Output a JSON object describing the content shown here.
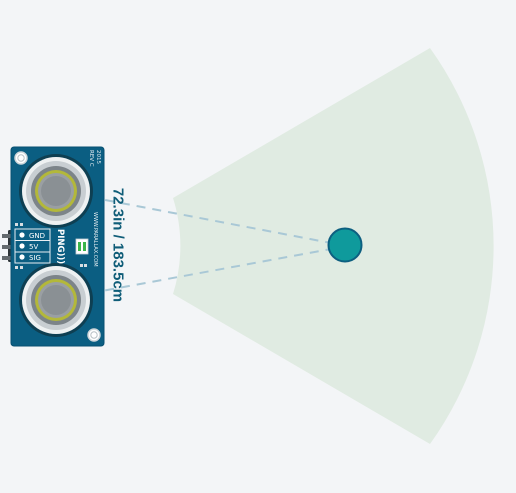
{
  "sensor": {
    "brand_url": "WWW.PARALLAX.COM",
    "model": "PING)))",
    "year": "2015",
    "revision": "REV C",
    "pins": [
      "GND",
      "5V",
      "SIG"
    ]
  },
  "readout": {
    "distance_text": "72.3in / 183.5cm"
  },
  "colors": {
    "background": "#f3f5f7",
    "detection_zone": "#e0ebe2",
    "board": "#0b5e82",
    "object": "#0f9a9c",
    "beam": "#a9c8d6",
    "readout_text": "#0f5d78"
  }
}
